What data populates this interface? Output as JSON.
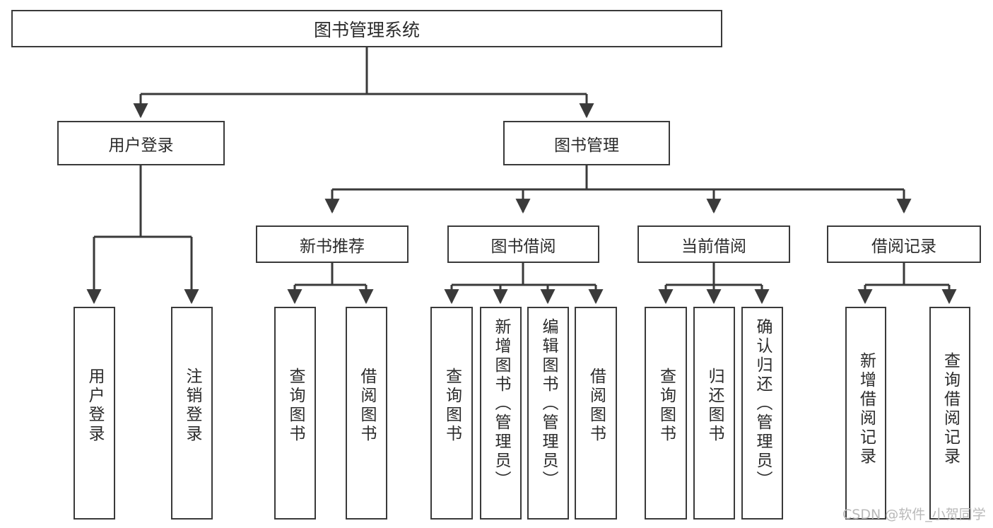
{
  "diagram": {
    "type": "tree-hierarchy",
    "title": "图书管理系统",
    "watermark": "CSDN @软件_小贺同学",
    "colors": {
      "border": "#3a3a3a",
      "background": "#ffffff",
      "text": "#2b2b2b",
      "watermark": "#b9b9b9"
    },
    "nodes": {
      "root": {
        "label": "图书管理系统"
      },
      "level1": [
        {
          "id": "user-login",
          "label": "用户登录"
        },
        {
          "id": "book-manage",
          "label": "图书管理"
        }
      ],
      "level2": [
        {
          "id": "new-book-recommend",
          "label": "新书推荐"
        },
        {
          "id": "book-borrow",
          "label": "图书借阅"
        },
        {
          "id": "current-borrow",
          "label": "当前借阅"
        },
        {
          "id": "borrow-record",
          "label": "借阅记录"
        }
      ],
      "leaves": {
        "user-login": [
          {
            "id": "leaf-user-login",
            "label": "用户登录"
          },
          {
            "id": "leaf-logout",
            "label": "注销登录"
          }
        ],
        "new-book-recommend": [
          {
            "id": "leaf-query-book-1",
            "label": "查询图书"
          },
          {
            "id": "leaf-borrow-book-1",
            "label": "借阅图书"
          }
        ],
        "book-borrow": [
          {
            "id": "leaf-query-book-2",
            "label": "查询图书"
          },
          {
            "id": "leaf-add-book",
            "label": "新增图书（管理员）"
          },
          {
            "id": "leaf-edit-book",
            "label": "编辑图书（管理员）"
          },
          {
            "id": "leaf-borrow-book-2",
            "label": "借阅图书"
          }
        ],
        "current-borrow": [
          {
            "id": "leaf-query-book-3",
            "label": "查询图书"
          },
          {
            "id": "leaf-return-book",
            "label": "归还图书"
          },
          {
            "id": "leaf-confirm-return",
            "label": "确认归还（管理员）"
          }
        ],
        "borrow-record": [
          {
            "id": "leaf-add-record",
            "label": "新增借阅记录"
          },
          {
            "id": "leaf-query-record",
            "label": "查询借阅记录"
          }
        ]
      }
    }
  }
}
